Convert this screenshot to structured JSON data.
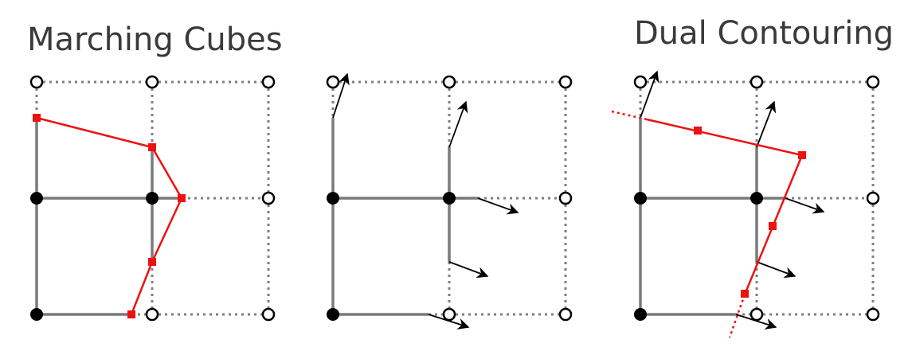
{
  "titles": {
    "left": "Marching Cubes",
    "right": "Dual Contouring"
  },
  "colors": {
    "grid_solid": "#7a7a7a",
    "grid_dotted": "#7f7f7f",
    "contour": "#ee1111",
    "inside_vertex": "#000000",
    "outside_vertex_fill": "#ffffff",
    "normal_arrow": "#000000"
  },
  "panels": [
    {
      "name": "marching-cubes-panel",
      "shows": [
        "grid",
        "contour-marching"
      ]
    },
    {
      "name": "hermite-normals-panel",
      "shows": [
        "grid",
        "normals"
      ]
    },
    {
      "name": "dual-contouring-panel",
      "shows": [
        "grid",
        "normals",
        "contour-dual"
      ]
    }
  ]
}
